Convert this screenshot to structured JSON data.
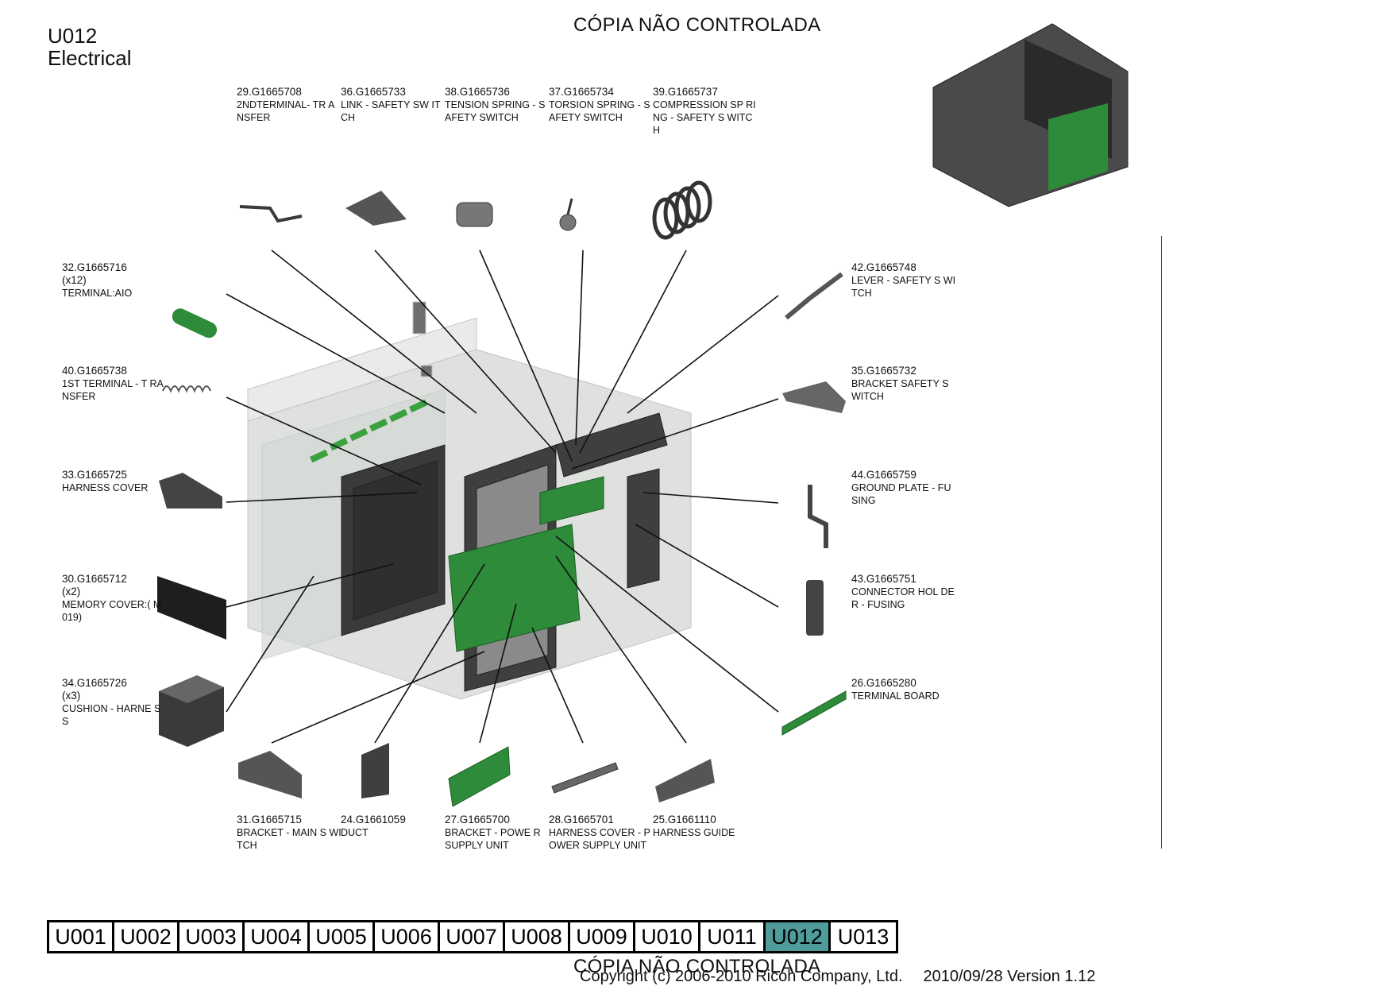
{
  "header": {
    "page_code": "U012",
    "page_title": "Electrical",
    "watermark": "CÓPIA NÃO CONTROLADA"
  },
  "parts": [
    {
      "id": "p29",
      "part_no": "29.G1665708",
      "desc": "2NDTERMINAL- TR ANSFER"
    },
    {
      "id": "p36",
      "part_no": "36.G1665733",
      "desc": "LINK - SAFETY SW ITCH"
    },
    {
      "id": "p38",
      "part_no": "38.G1665736",
      "desc": "TENSION SPRING - SAFETY SWITCH"
    },
    {
      "id": "p37",
      "part_no": "37.G1665734",
      "desc": "TORSION SPRING - SAFETY SWITCH"
    },
    {
      "id": "p39",
      "part_no": "39.G1665737",
      "desc": "COMPRESSION SP RING - SAFETY S WITCH"
    },
    {
      "id": "p32",
      "part_no": "32.G1665716",
      "qty": "(x12)",
      "desc": "TERMINAL:AIO"
    },
    {
      "id": "p40",
      "part_no": "40.G1665738",
      "desc": "1ST TERMINAL - T RANSFER"
    },
    {
      "id": "p33",
      "part_no": "33.G1665725",
      "desc": "HARNESS COVER"
    },
    {
      "id": "p30",
      "part_no": "30.G1665712",
      "qty": "(x2)",
      "desc": "MEMORY COVER:( M019)"
    },
    {
      "id": "p34",
      "part_no": "34.G1665726",
      "qty": "(x3)",
      "desc": "CUSHION - HARNE SS"
    },
    {
      "id": "p42",
      "part_no": "42.G1665748",
      "desc": "LEVER - SAFETY S WITCH"
    },
    {
      "id": "p35",
      "part_no": "35.G1665732",
      "desc": "BRACKET SAFETY SWITCH"
    },
    {
      "id": "p44",
      "part_no": "44.G1665759",
      "desc": "GROUND PLATE - FUSING"
    },
    {
      "id": "p43",
      "part_no": "43.G1665751",
      "desc": "CONNECTOR HOL DER - FUSING"
    },
    {
      "id": "p26",
      "part_no": "26.G1665280",
      "desc": "TERMINAL BOARD"
    },
    {
      "id": "p31",
      "part_no": "31.G1665715",
      "desc": "BRACKET - MAIN S WITCH"
    },
    {
      "id": "p24",
      "part_no": "24.G1661059",
      "desc": "DUCT"
    },
    {
      "id": "p27",
      "part_no": "27.G1665700",
      "desc": "BRACKET - POWE R SUPPLY UNIT"
    },
    {
      "id": "p28",
      "part_no": "28.G1665701",
      "desc": "HARNESS COVER - POWER SUPPLY UNIT"
    },
    {
      "id": "p25",
      "part_no": "25.G1661110",
      "desc": "HARNESS GUIDE"
    }
  ],
  "tabs": [
    {
      "label": "U001",
      "active": false
    },
    {
      "label": "U002",
      "active": false
    },
    {
      "label": "U003",
      "active": false
    },
    {
      "label": "U004",
      "active": false
    },
    {
      "label": "U005",
      "active": false
    },
    {
      "label": "U006",
      "active": false
    },
    {
      "label": "U007",
      "active": false
    },
    {
      "label": "U008",
      "active": false
    },
    {
      "label": "U009",
      "active": false
    },
    {
      "label": "U010",
      "active": false
    },
    {
      "label": "U011",
      "active": false
    },
    {
      "label": "U012",
      "active": true
    },
    {
      "label": "U013",
      "active": false
    }
  ],
  "footer": {
    "copyright": "Copyright (c) 2006-2010 Ricoh Company, Ltd.",
    "version": "2010/09/28 Version 1.12"
  },
  "colors": {
    "active_tab": "#4f9c9a",
    "part_green": "#2e8b3a",
    "part_gray": "#4a4a4a"
  }
}
